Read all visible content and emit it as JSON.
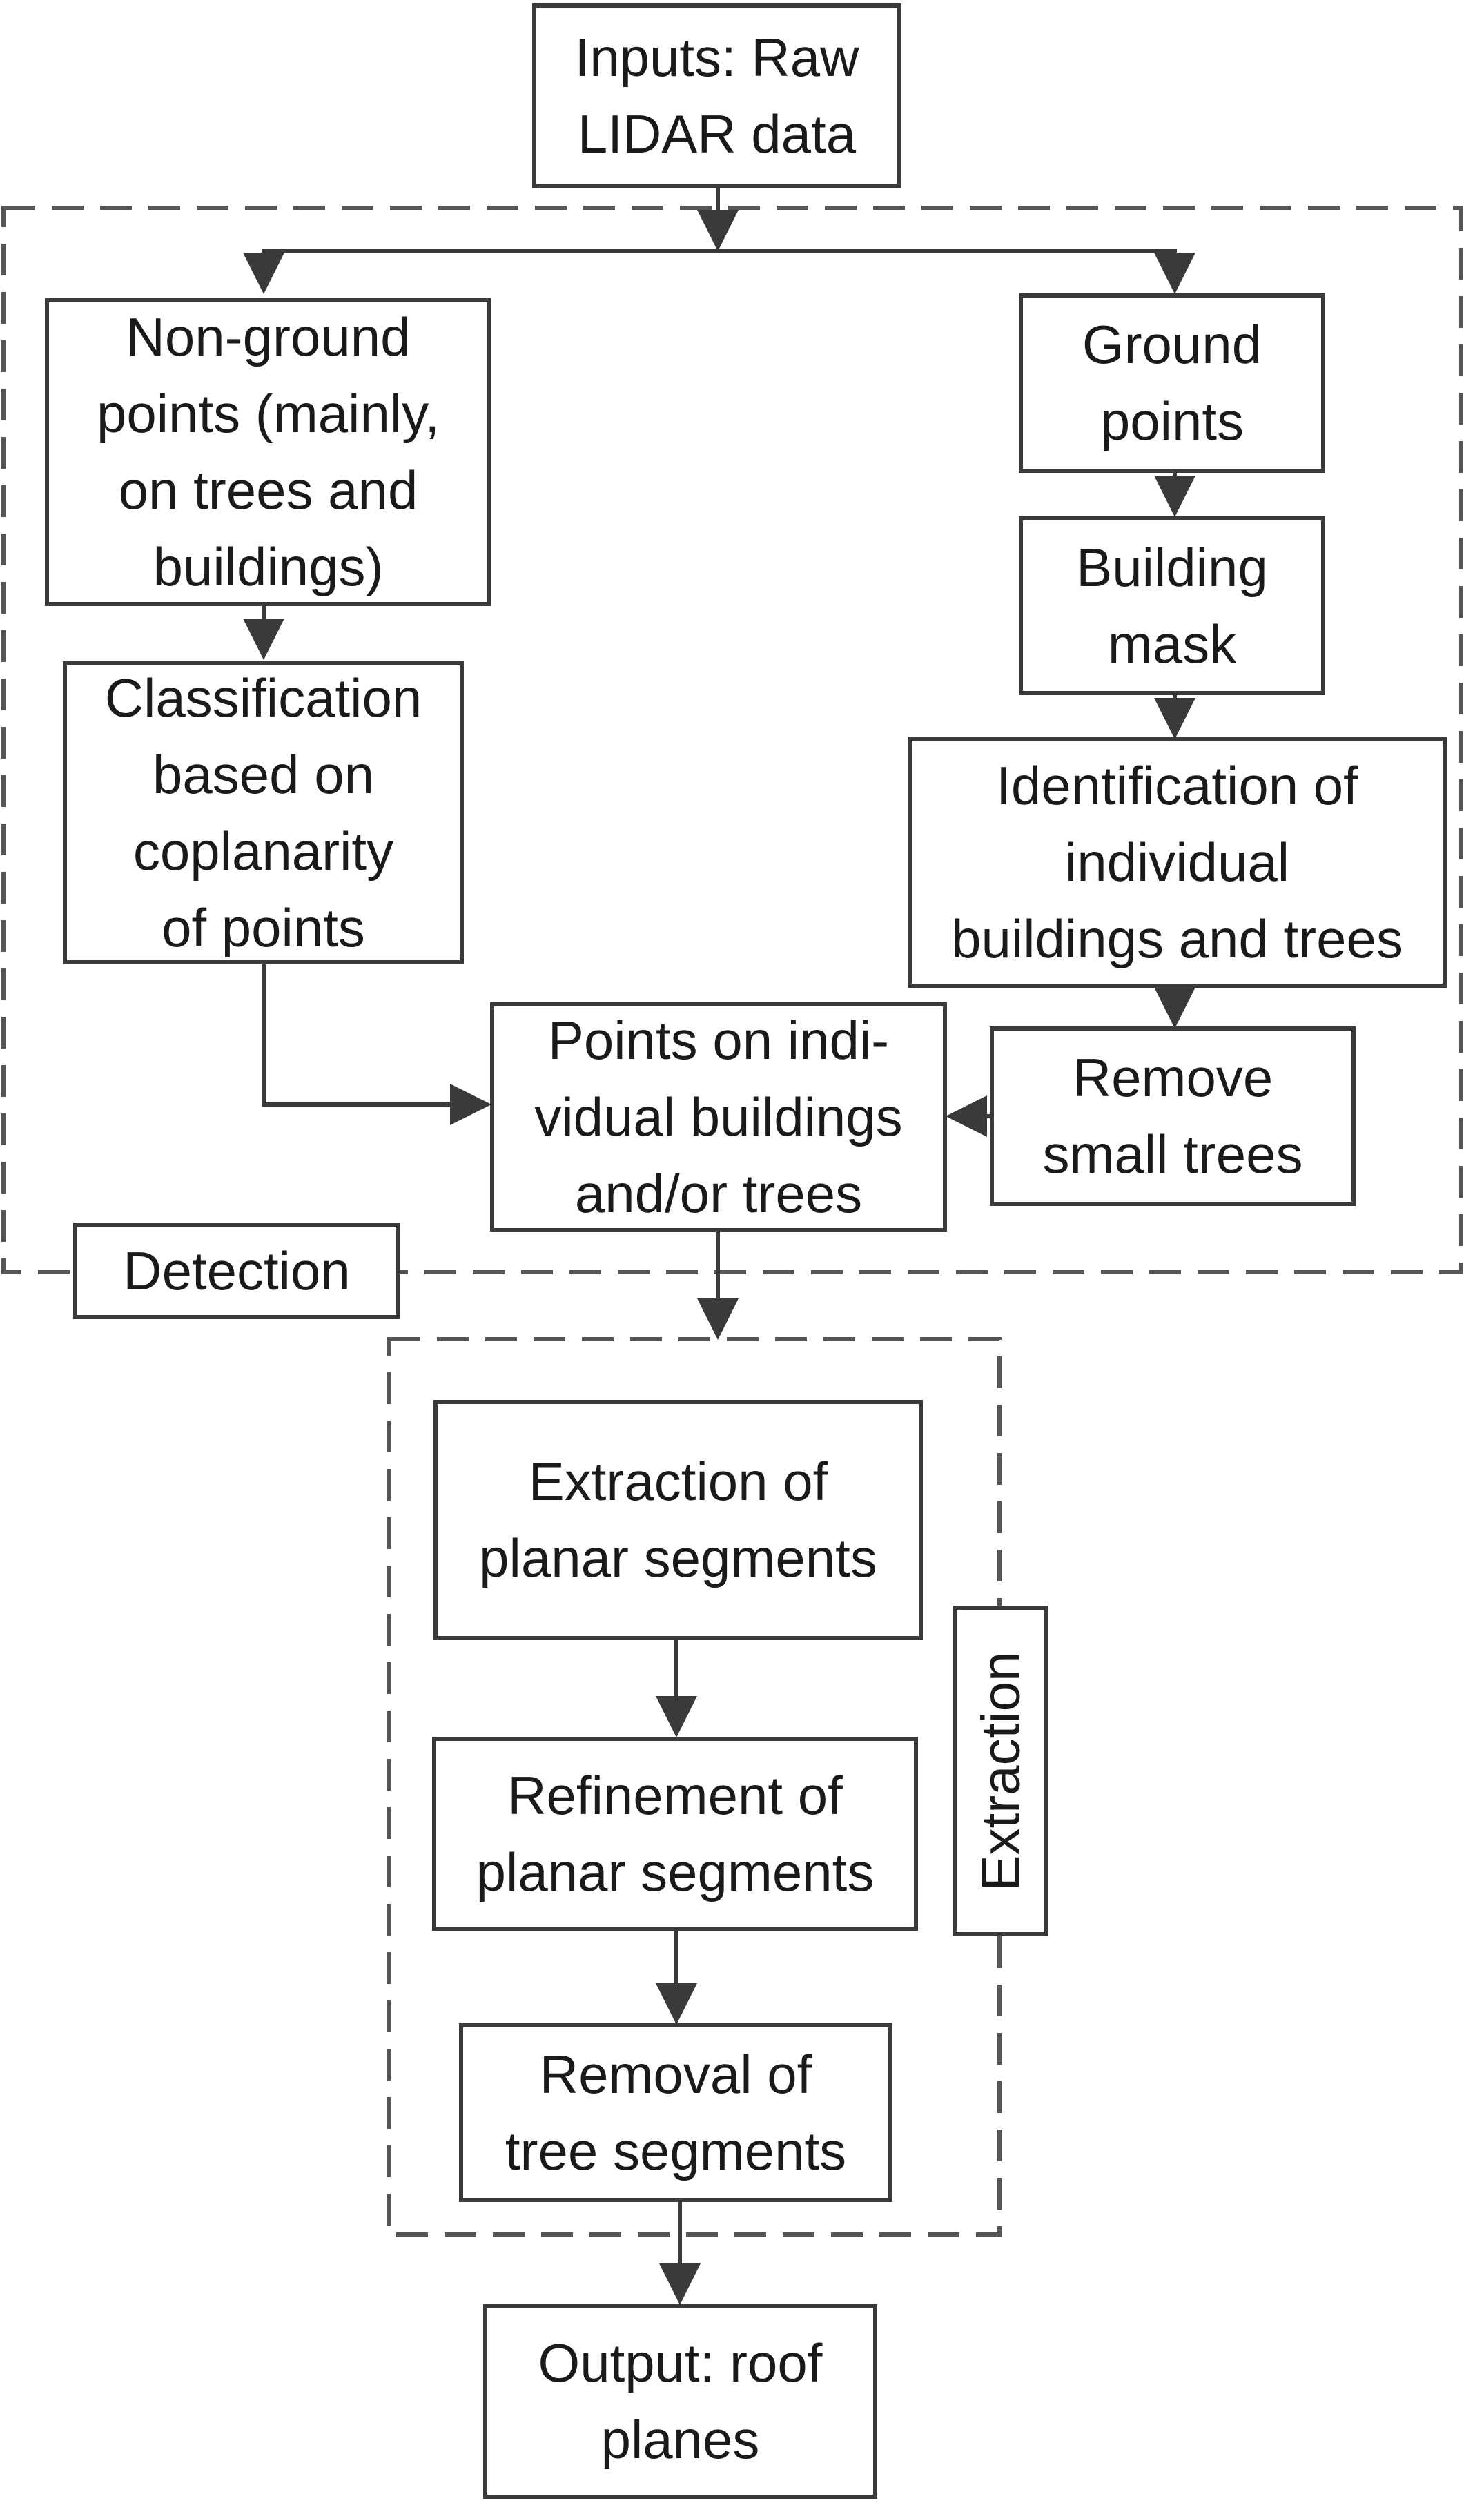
{
  "nodes": {
    "inputs": [
      "Inputs: Raw",
      "LIDAR data"
    ],
    "non_ground": [
      "Non-ground",
      "points (mainly,",
      "on trees and",
      "buildings)"
    ],
    "ground": [
      "Ground",
      "points"
    ],
    "building_mask": [
      "Building",
      "mask"
    ],
    "classification": [
      "Classification",
      "based on",
      "coplanarity",
      "of points"
    ],
    "identification": [
      "Identification of",
      "individual",
      "buildings and trees"
    ],
    "points_on": [
      "Points on indi-",
      "vidual buildings",
      "and/or trees"
    ],
    "remove_small_trees": [
      "Remove",
      "small trees"
    ],
    "extraction_of": [
      "Extraction of",
      "planar segments"
    ],
    "refinement_of": [
      "Refinement of",
      "planar segments"
    ],
    "removal_of": [
      "Removal of",
      "tree segments"
    ],
    "output": [
      "Output: roof",
      "planes"
    ]
  },
  "groups": {
    "detection": "Detection",
    "extraction": "Extraction"
  },
  "colors": {
    "line": "#3a3a3a",
    "text": "#1a1a1a",
    "background": "#ffffff"
  }
}
